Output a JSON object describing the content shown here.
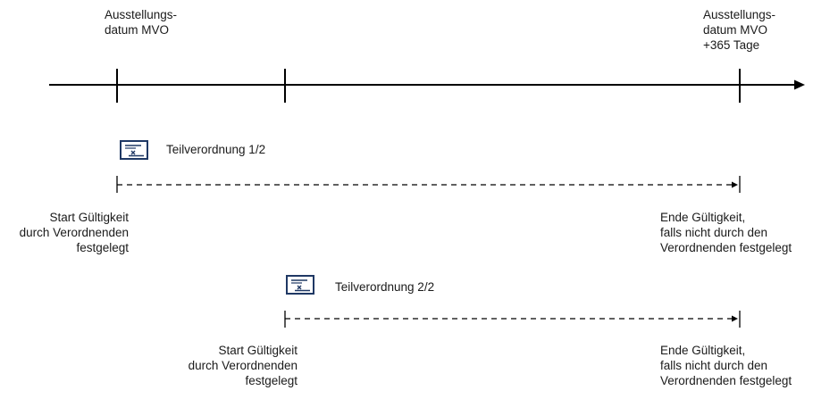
{
  "timeline": {
    "start_label": "Ausstellungs-\ndatum MVO",
    "end_label": "Ausstellungs-\ndatum MVO\n+365 Tage"
  },
  "prescriptions": [
    {
      "title": "Teilverordnung 1/2",
      "icon": "prescription-icon",
      "start_label": "Start Gültigkeit\ndurch Verordnenden\nfestgelegt",
      "end_label": "Ende Gültigkeit,\nfalls nicht durch den\nVerordnenden festgelegt"
    },
    {
      "title": "Teilverordnung 2/2",
      "icon": "prescription-icon",
      "start_label": "Start Gültigkeit\ndurch Verordnenden\nfestgelegt",
      "end_label": "Ende Gültigkeit,\nfalls nicht durch den\nVerordnenden festgelegt"
    }
  ],
  "colors": {
    "line": "#000000",
    "icon_stroke": "#1f3864"
  }
}
